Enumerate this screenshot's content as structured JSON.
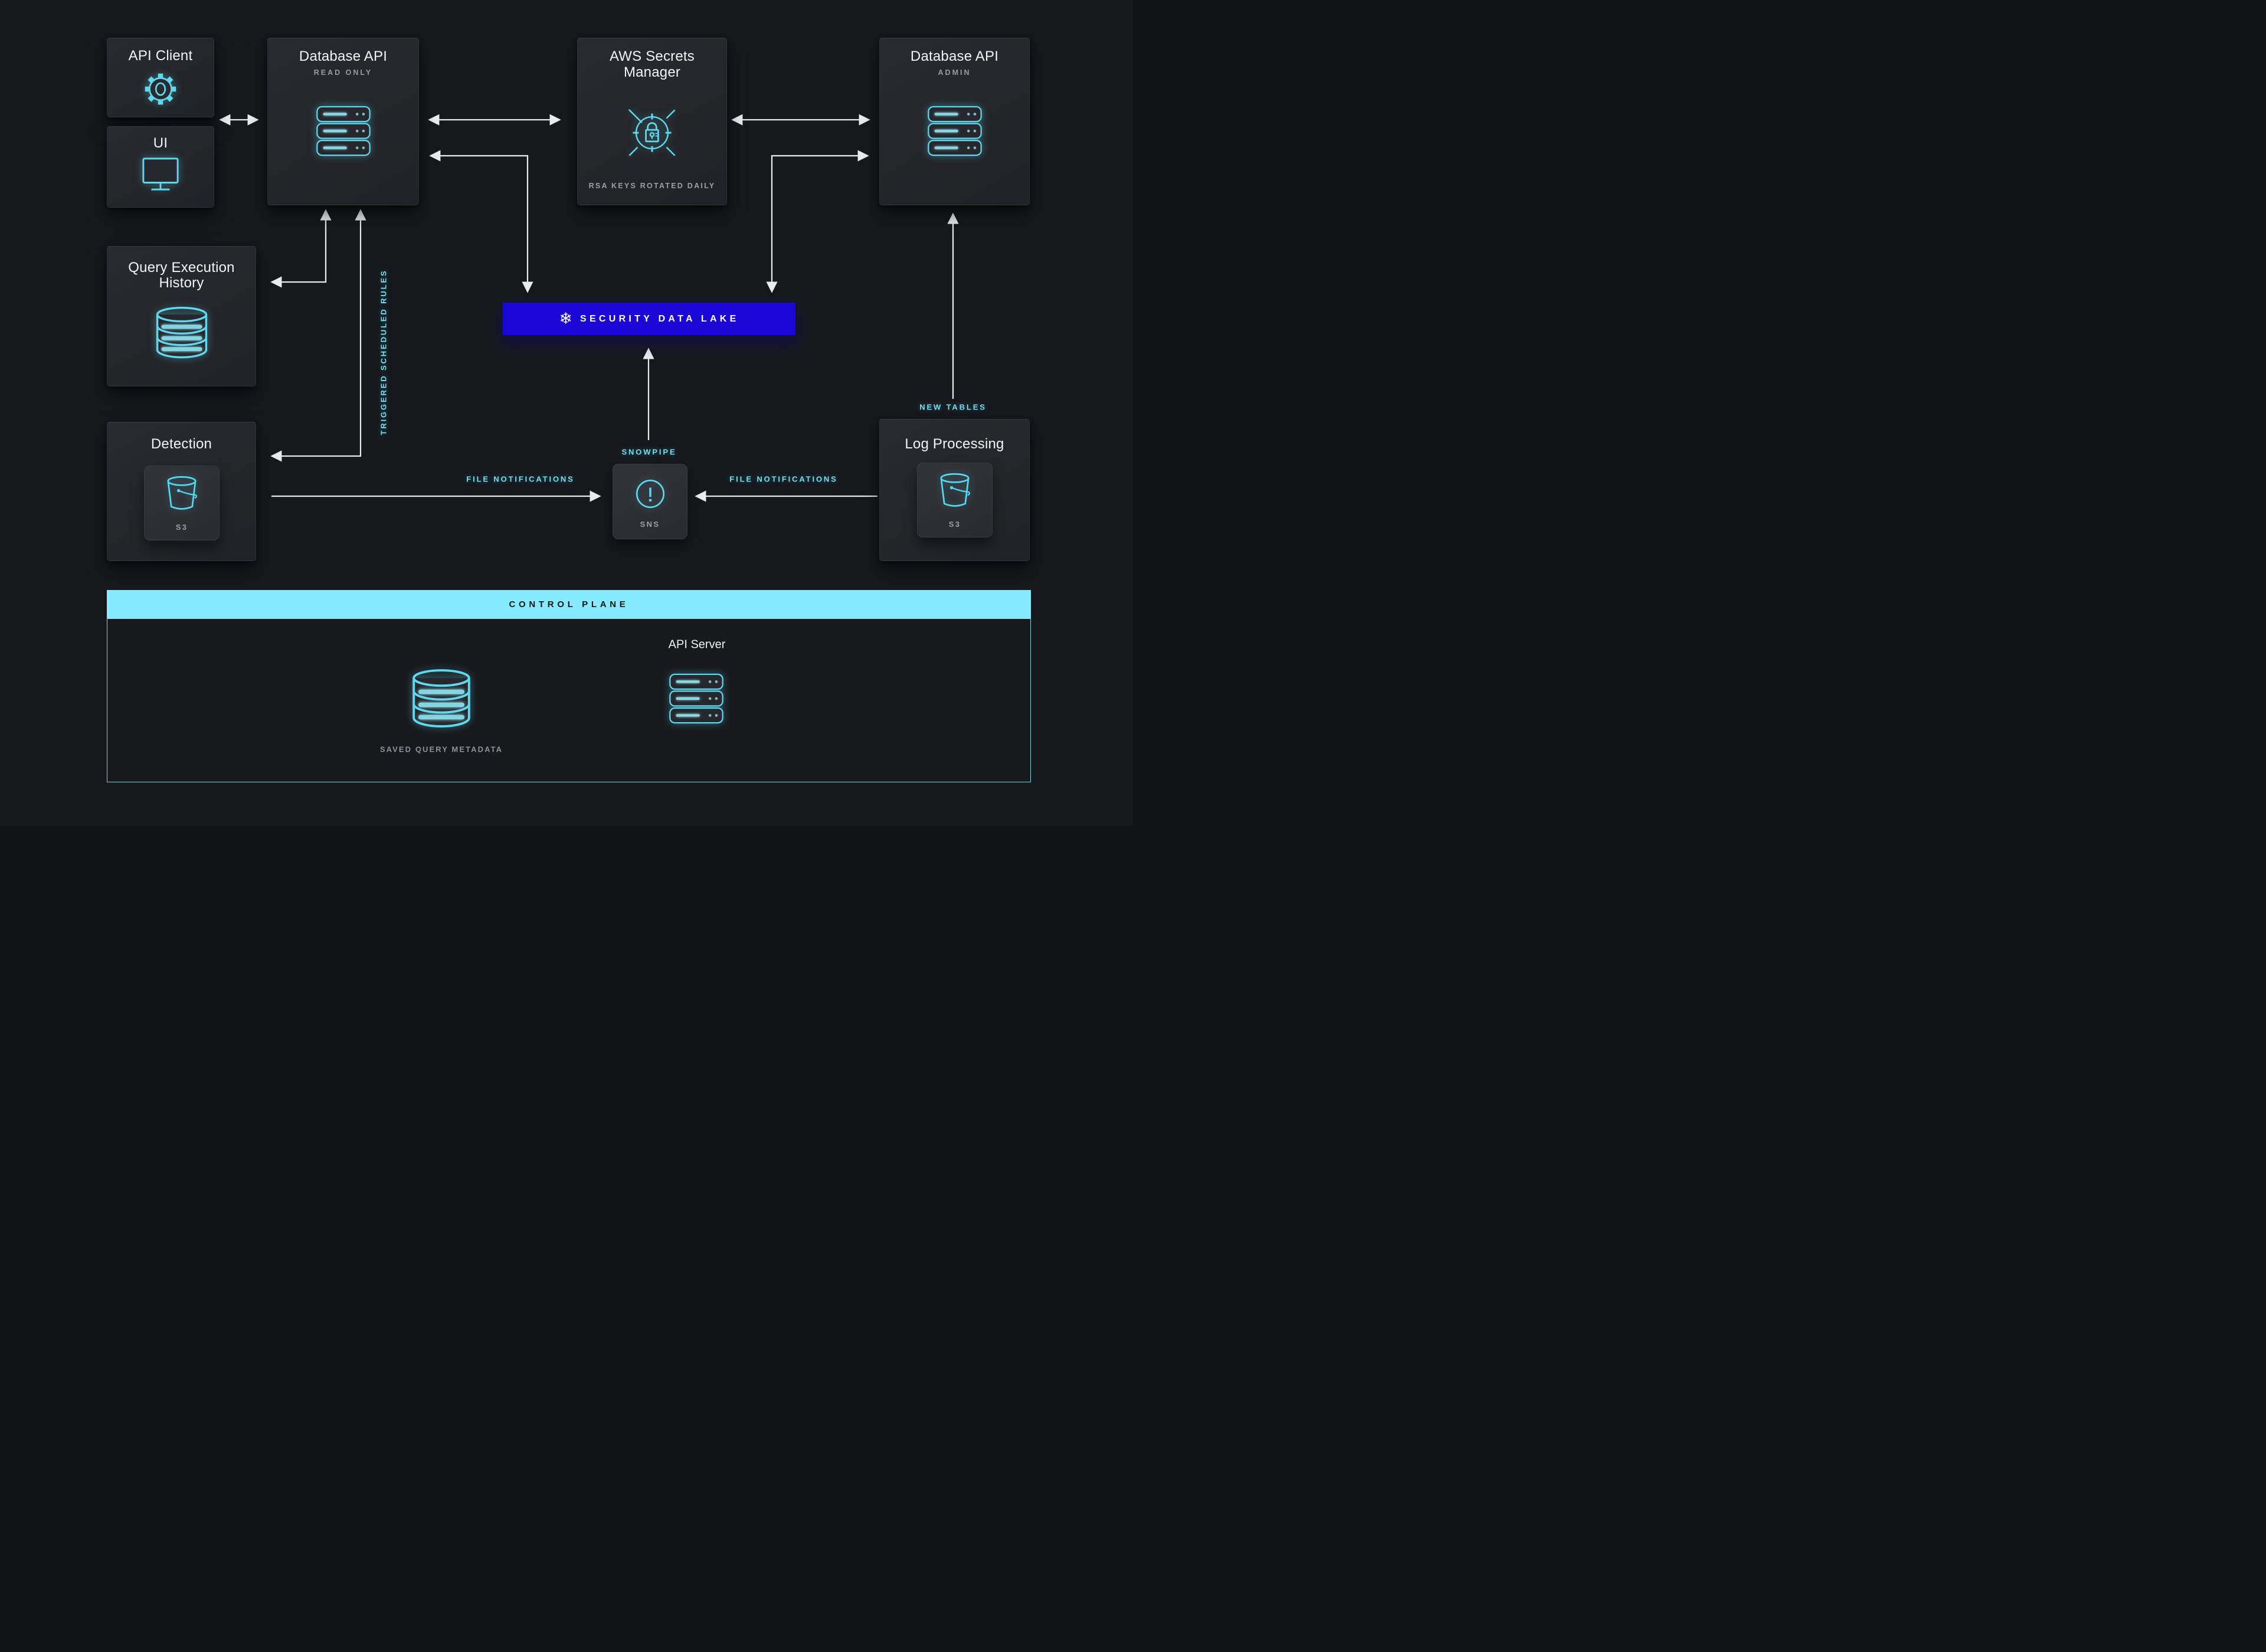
{
  "diagram": {
    "api_client": {
      "title": "API Client"
    },
    "ui": {
      "title": "UI"
    },
    "db_api_read": {
      "title": "Database API",
      "subtitle": "READ ONLY"
    },
    "secrets_manager": {
      "title": "AWS Secrets Manager",
      "note": "RSA KEYS ROTATED DAILY"
    },
    "db_api_admin": {
      "title": "Database API",
      "subtitle": "ADMIN"
    },
    "query_history": {
      "title": "Query Execution History"
    },
    "detection": {
      "title": "Detection",
      "badge": "S3"
    },
    "data_lake": {
      "title": "SECURITY DATA LAKE"
    },
    "snowpipe": {
      "label": "SNOWPIPE",
      "badge": "SNS"
    },
    "log_processing": {
      "title": "Log Processing",
      "badge": "S3",
      "label": "NEW TABLES"
    },
    "control_plane": {
      "title": "CONTROL PLANE",
      "api_server_title": "API Server",
      "metadata_label": "SAVED QUERY METADATA"
    },
    "edge_labels": {
      "triggered_rules": "TRIGGERED SCHEDULED RULES",
      "file_notifications_left": "FILE NOTIFICATIONS",
      "file_notifications_right": "FILE NOTIFICATIONS"
    },
    "icons": {
      "api_client": "gear-icon",
      "ui": "monitor-icon",
      "db_api_read": "server-stack-icon",
      "secrets_manager": "lock-target-icon",
      "db_api_admin": "server-stack-icon",
      "query_history": "database-cylinder-icon",
      "detection": "s3-bucket-icon",
      "snowpipe": "exclamation-circle-icon",
      "log_processing": "s3-bucket-icon",
      "data_lake": "snowflake-icon",
      "saved_query_metadata": "database-cylinder-icon",
      "api_server": "server-stack-icon"
    },
    "colors": {
      "background": "#16181c",
      "panel": "#26282d",
      "accent_cyan": "#5fd8ee",
      "label_cyan": "#6ee1f5",
      "data_lake_blue": "#1a07d6",
      "control_plane_cyan": "#85ecff",
      "muted_text": "#9aa0a8",
      "text": "#f3f4f6",
      "arrow": "#e9ebee"
    }
  }
}
